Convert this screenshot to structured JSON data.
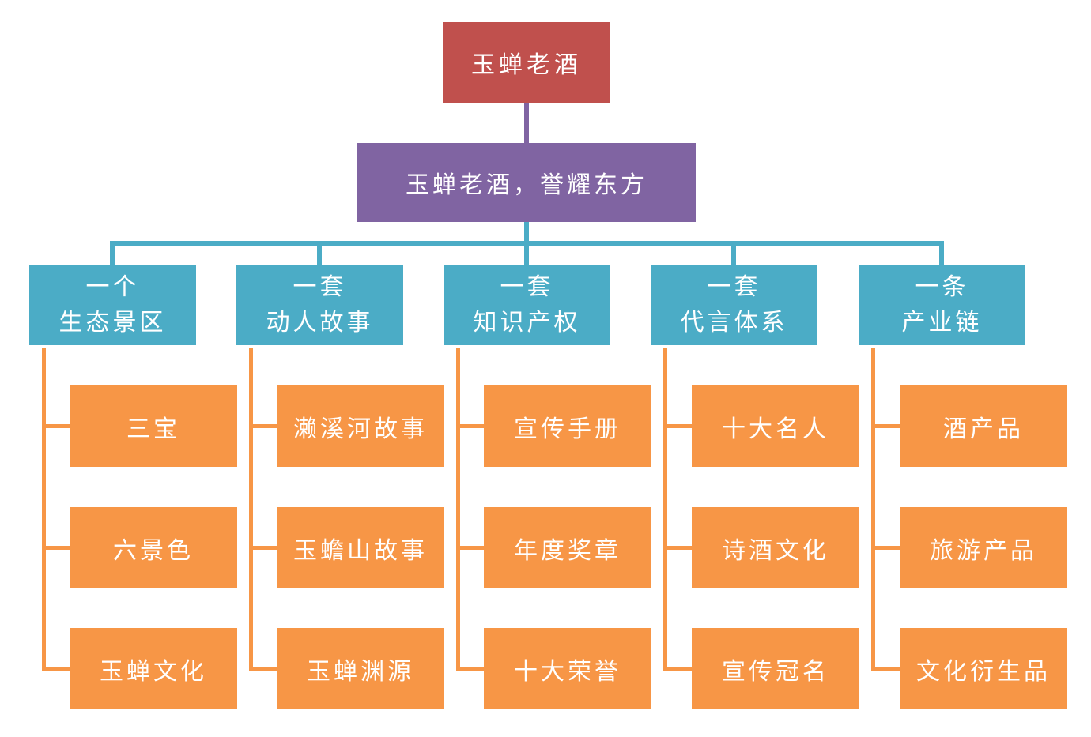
{
  "root": {
    "label": "玉蝉老酒",
    "color": "#C0504D"
  },
  "slogan": {
    "label": "玉蝉老酒，誉耀东方",
    "color": "#8064A2"
  },
  "colors": {
    "branch": "#4BACC6",
    "leaf": "#F79646",
    "connector_top": "#8064A2",
    "connector_mid": "#4BACC6",
    "connector_leaf": "#F79646",
    "text": "#FFFFFF",
    "background": "#FFFFFF"
  },
  "branches": [
    {
      "line1": "一个",
      "line2": "生态景区",
      "children": [
        "三宝",
        "六景色",
        "玉蝉文化"
      ]
    },
    {
      "line1": "一套",
      "line2": "动人故事",
      "children": [
        "濑溪河故事",
        "玉蟾山故事",
        "玉蝉渊源"
      ]
    },
    {
      "line1": "一套",
      "line2": "知识产权",
      "children": [
        "宣传手册",
        "年度奖章",
        "十大荣誉"
      ]
    },
    {
      "line1": "一套",
      "line2": "代言体系",
      "children": [
        "十大名人",
        "诗酒文化",
        "宣传冠名"
      ]
    },
    {
      "line1": "一条",
      "line2": "产业链",
      "children": [
        "酒产品",
        "旅游产品",
        "文化衍生品"
      ]
    }
  ]
}
